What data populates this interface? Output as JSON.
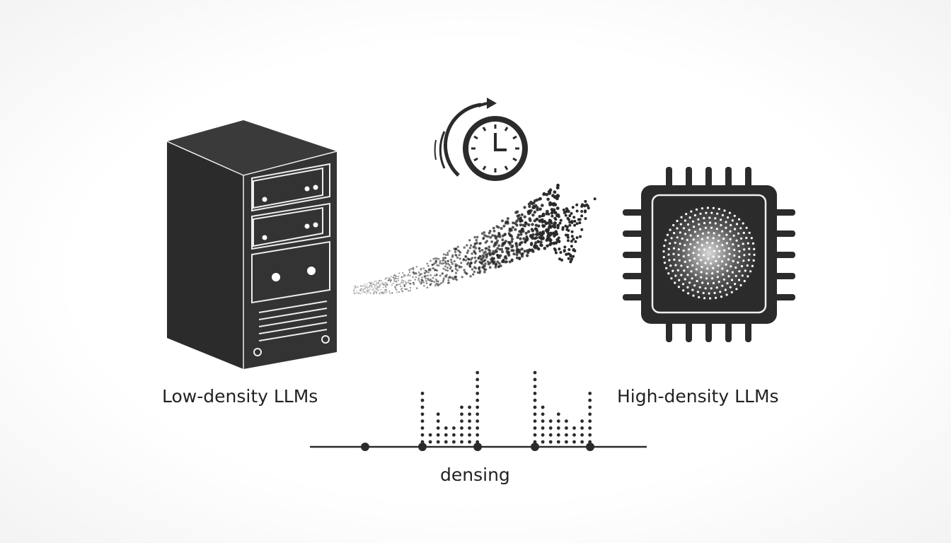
{
  "labels": {
    "low_density": "Low-density LLMs",
    "high_density": "High-density LLMs",
    "densing": "densing"
  },
  "icons": [
    "server-tower-icon",
    "clock-refresh-icon",
    "dotted-arrow-icon",
    "chip-icon"
  ],
  "colors": {
    "ink": "#2b2b2b",
    "background": "#ffffff"
  },
  "chart_data": {
    "type": "dot-histogram",
    "timeline_nodes": 5,
    "groups": [
      {
        "counts": [
          8,
          2,
          5,
          3,
          3,
          6,
          6,
          11
        ]
      },
      {
        "counts": [
          11,
          6,
          4,
          5,
          4,
          3,
          4,
          8
        ]
      }
    ]
  }
}
